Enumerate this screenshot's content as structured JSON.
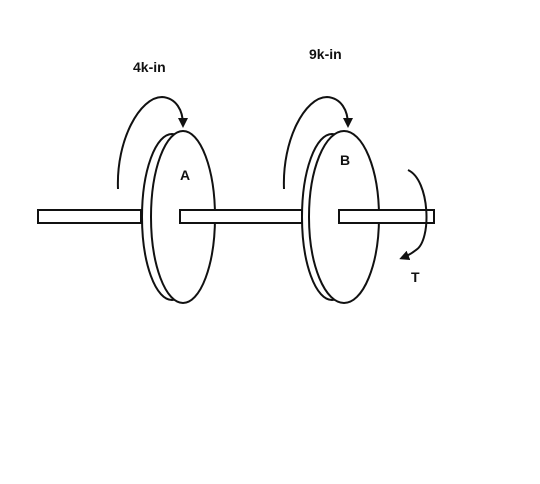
{
  "diagram": {
    "torque_a_label": "4k-in",
    "torque_b_label": "9k-in",
    "disk_a_label": "A",
    "disk_b_label": "B",
    "reaction_torque_label": "T"
  },
  "colors": {
    "stroke": "#111111",
    "fill": "#ffffff"
  }
}
